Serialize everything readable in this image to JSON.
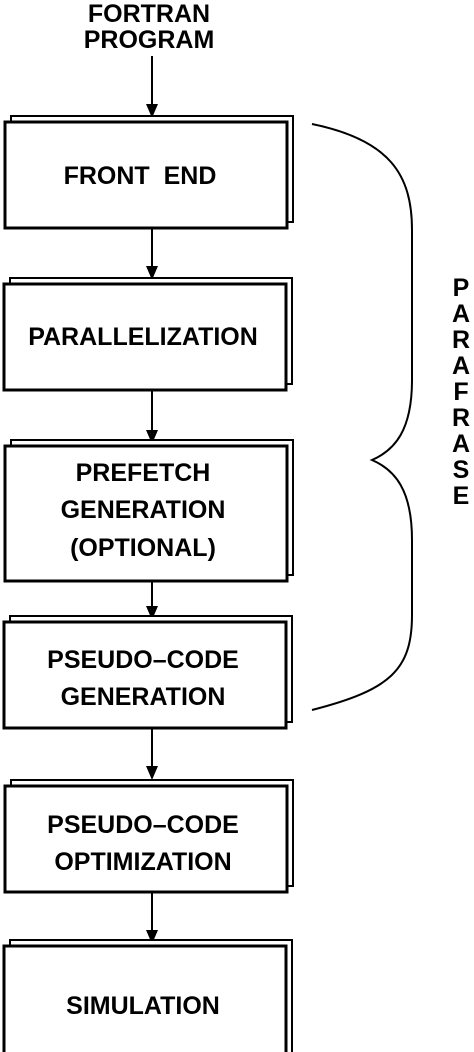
{
  "input": {
    "lines": [
      "FORTRAN",
      "PROGRAM"
    ]
  },
  "stages": [
    {
      "id": "front-end",
      "lines": [
        "FRONT  END"
      ]
    },
    {
      "id": "parallelization",
      "lines": [
        "PARALLELIZATION"
      ]
    },
    {
      "id": "prefetch-generation",
      "lines": [
        "PREFETCH",
        "GENERATION",
        "(OPTIONAL)"
      ]
    },
    {
      "id": "pseudo-code-generation",
      "lines": [
        "PSEUDO–CODE",
        "GENERATION"
      ]
    },
    {
      "id": "pseudo-code-optimization",
      "lines": [
        "PSEUDO–CODE",
        "OPTIMIZATION"
      ]
    },
    {
      "id": "simulation",
      "lines": [
        "SIMULATION"
      ]
    }
  ],
  "group": {
    "label": "PARAFRASE",
    "spans_stages": [
      "front-end",
      "parallelization",
      "prefetch-generation",
      "pseudo-code-generation"
    ]
  }
}
